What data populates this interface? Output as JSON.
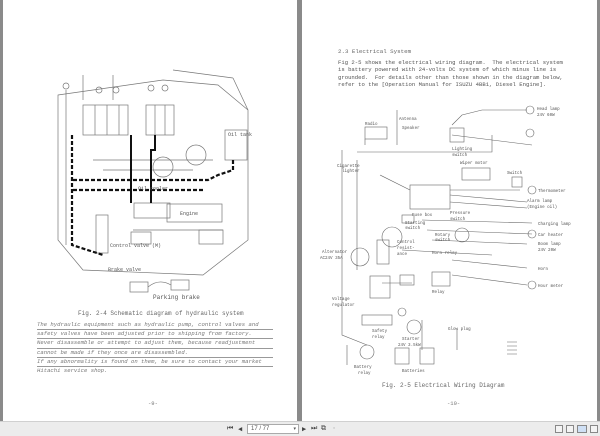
{
  "left_page": {
    "figure_caption": "Fig. 2-4  Schematic diagram of hydraulic system",
    "labels": {
      "oil_tank": "Oil tank",
      "oil_cooler": "Oil cooler",
      "engine": "Engine",
      "control_valve": "Control valve (M)",
      "brake_valve": "Brake valve",
      "parking_brake": "Parking brake"
    },
    "note_lines": [
      "The hydraulic equipment such as hydraulic pump, control valves and",
      "safety valves have been adjusted prior to shipping from factory.",
      "Never disassemble or attempt to adjust them, because readjustment",
      "cannot be made if they once are disassembled.",
      "If any abnormality is found on them, be sure to contact your market",
      "Hitachi service shop."
    ],
    "page_number": "-9-"
  },
  "right_page": {
    "section_title": "2.3 Electrical System",
    "paragraph": "Fig 2-5 shows the electrical wiring diagram.  The electrical system\nis battery powered with 24-volts DC system of which minus line is\ngrounded.  For details other than those shown in the diagram below,\nrefer to the [Operation Manual for ISUZU 4BB1, Diesel Engine].",
    "labels": {
      "radio": "Radio",
      "antenna": "Antenna",
      "speaker": "Speaker",
      "head_lamp": "Head lamp",
      "head_lamp_spec": "24V  60W",
      "lighting_switch": "Lighting",
      "lighting_switch2": "switch",
      "wiper_motor": "Wiper motor",
      "switch": "Switch",
      "cigarette": "Cigarette",
      "lighter": "lighter",
      "thermometer": "Thermometer",
      "alarm_lamp": "Alarm lamp",
      "alarm_lamp2": "(Engine oil)",
      "fuse_box": "Fuse box",
      "pressure_switch": "Pressure",
      "pressure_switch2": "switch",
      "starting_switch": "Starting",
      "starting_switch2": "switch",
      "charging_lamp": "Charging lamp",
      "rotary_switch": "Rotary",
      "rotary_switch2": "switch",
      "car_heater": "Car heater",
      "boom_lamp": "Boom lamp",
      "boom_lamp_spec": "24V  20W",
      "horn_relay": "Horn relay",
      "alternator": "Alternator",
      "alternator_spec": "AC24V 35A",
      "control_resistance": "Control",
      "control_resistance2": "resist-",
      "control_resistance3": "ance",
      "horn": "Horn",
      "hour_meter": "Hour meter",
      "relay": "Relay",
      "voltage_regulator": "Voltage",
      "voltage_regulator2": "regulator",
      "safety_relay": "Safety",
      "safety_relay2": "relay",
      "starter": "Starter",
      "starter_spec": "24V 3.5kW",
      "glow_plug": "Glow plug",
      "battery_relay": "Battery",
      "battery_relay2": "relay",
      "batteries": "Batteries"
    },
    "figure_caption": "Fig. 2-5  Electrical Wiring Diagram",
    "page_number": "-10-"
  },
  "toolbar": {
    "page_indicator": "17 / 77",
    "icons": [
      "first-page-icon",
      "prev-page-icon",
      "next-page-icon",
      "last-page-icon",
      "rotate-icon",
      "copy-icon",
      "single-page-icon",
      "bookmark-icon",
      "two-page-icon",
      "fit-icon"
    ]
  }
}
